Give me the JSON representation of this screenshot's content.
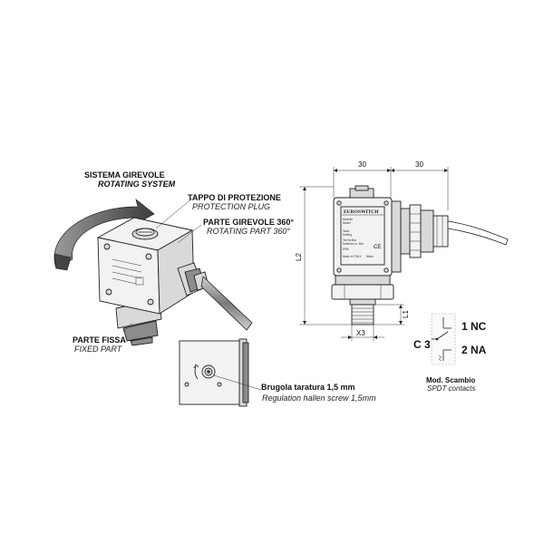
{
  "labels": {
    "rotating_system_it": "SISTEMA GIREVOLE",
    "rotating_system_en": "ROTATING SYSTEM",
    "protection_plug_it": "TAPPO DI PROTEZIONE",
    "protection_plug_en": "PROTECTION PLUG",
    "rotating_part_it": "PARTE GIREVOLE 360°",
    "rotating_part_en": "ROTATING PART 360°",
    "fixed_part_it": "PARTE FISSA",
    "fixed_part_en": "FIXED PART",
    "regulation_screw_it": "Brugola taratura 1,5 mm",
    "regulation_screw_en": "Regulation hallen screw 1,5mm",
    "contacts_it": "Mod. Scambio",
    "contacts_en": "SPDT contacts"
  },
  "dimensions": {
    "width_left": "30",
    "width_right": "30",
    "height": "L2",
    "thread_length": "L1",
    "thread_diameter": "X3"
  },
  "contacts": {
    "common": "C 3",
    "nc": "1 NC",
    "no": "2 NA"
  },
  "device": {
    "brand": "EUROSWITCH",
    "label_lines": [
      "Modello",
      "Model",
      "Tarat.",
      "Setting",
      "Tar.Ha Bar",
      "Switches in: Bar",
      "IP65",
      "Made in ITALY",
      "Nfato"
    ],
    "ce_mark": "CE"
  }
}
